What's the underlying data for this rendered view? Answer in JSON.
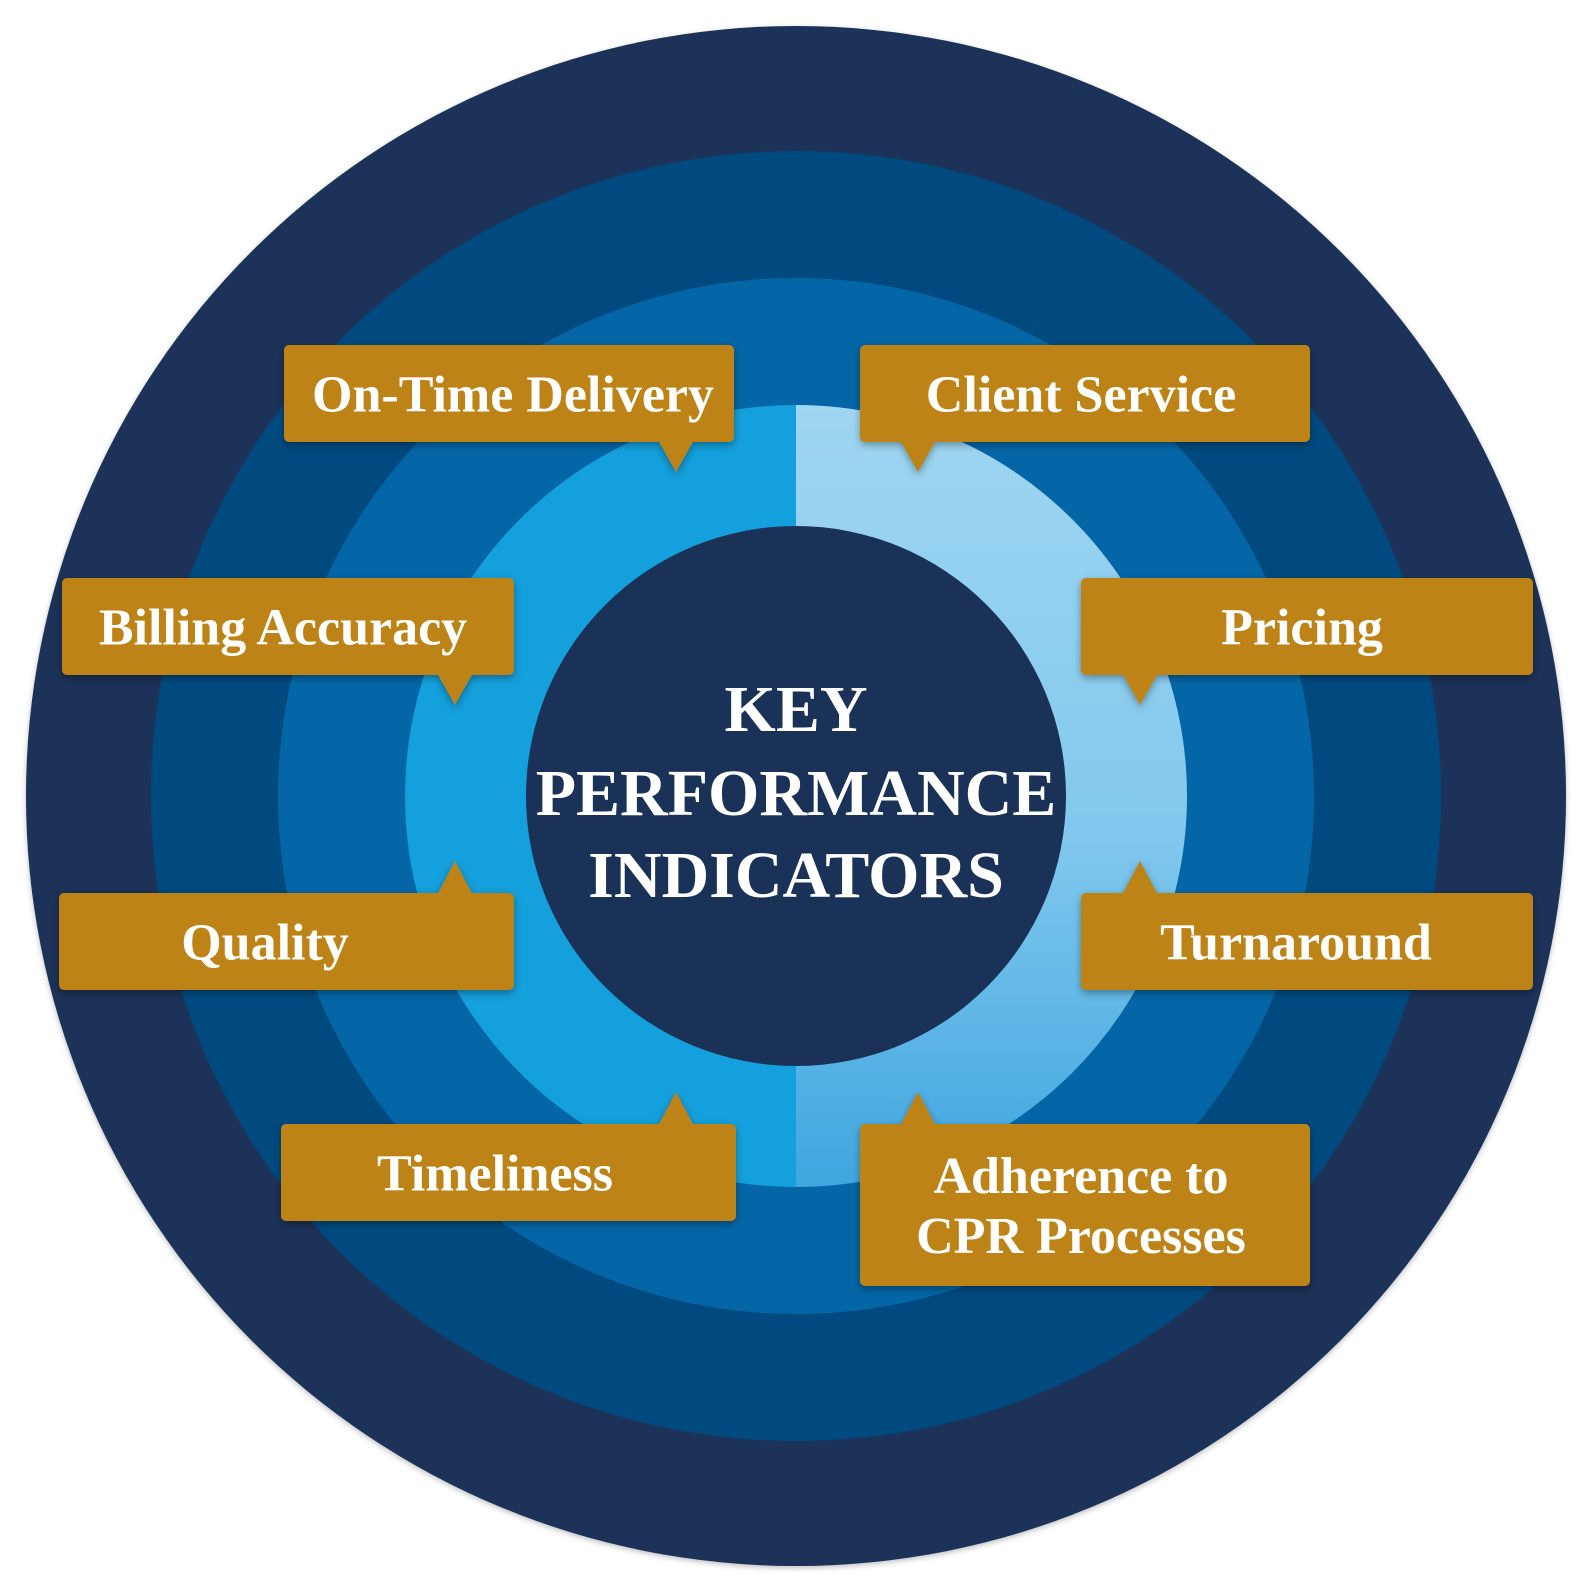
{
  "center": {
    "lines": [
      "KEY",
      "PERFORMANCE",
      "INDICATORS"
    ]
  },
  "colors": {
    "ring_outer": "#1a3158",
    "ring_2": "#004a80",
    "ring_3": "#0466a6",
    "ring_inner_left": "#14a0dc",
    "ring_inner_right_light": "#9fd6f1",
    "ring_inner_right_dark": "#4aabe0",
    "core": "#1a3158",
    "label_bg": "#bd8313",
    "label_text": "#ffffff"
  },
  "labels": [
    {
      "id": "on-time-delivery",
      "lines": [
        "On-Time Delivery"
      ],
      "pointer": "down-right"
    },
    {
      "id": "client-service",
      "lines": [
        "Client Service"
      ],
      "pointer": "down-left"
    },
    {
      "id": "billing-accuracy",
      "lines": [
        "Billing Accuracy"
      ],
      "pointer": "down-right"
    },
    {
      "id": "pricing",
      "lines": [
        "Pricing"
      ],
      "pointer": "down-left"
    },
    {
      "id": "quality",
      "lines": [
        "Quality"
      ],
      "pointer": "up-right"
    },
    {
      "id": "turnaround",
      "lines": [
        "Turnaround"
      ],
      "pointer": "up-left"
    },
    {
      "id": "timeliness",
      "lines": [
        "Timeliness"
      ],
      "pointer": "up-right"
    },
    {
      "id": "adherence-to-cpr-processes",
      "lines": [
        "Adherence to",
        "CPR Processes"
      ],
      "pointer": "up-left"
    }
  ]
}
